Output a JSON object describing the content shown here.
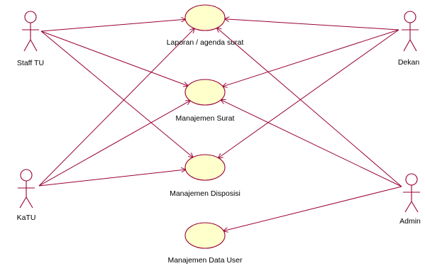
{
  "diagram": {
    "type": "use-case",
    "actors": [
      {
        "id": "staff-tu",
        "name": "Staff TU"
      },
      {
        "id": "katu",
        "name": "KaTU"
      },
      {
        "id": "dekan",
        "name": "Dekan"
      },
      {
        "id": "admin",
        "name": "Admin"
      }
    ],
    "use_cases": [
      {
        "id": "laporan",
        "name": "Laporan / agenda surat"
      },
      {
        "id": "surat",
        "name": "Manajemen Surat"
      },
      {
        "id": "disposisi",
        "name": "Manajemen Disposisi"
      },
      {
        "id": "datauser",
        "name": "Manajemen Data User"
      }
    ],
    "associations": [
      {
        "from": "staff-tu",
        "to": "laporan",
        "arrow": true
      },
      {
        "from": "staff-tu",
        "to": "surat",
        "arrow": true
      },
      {
        "from": "staff-tu",
        "to": "disposisi",
        "arrow": true
      },
      {
        "from": "katu",
        "to": "laporan",
        "arrow": true
      },
      {
        "from": "katu",
        "to": "surat",
        "arrow": true
      },
      {
        "from": "katu",
        "to": "disposisi",
        "arrow": true
      },
      {
        "from": "dekan",
        "to": "laporan",
        "arrow": true
      },
      {
        "from": "dekan",
        "to": "surat",
        "arrow": true
      },
      {
        "from": "dekan",
        "to": "disposisi",
        "arrow": true
      },
      {
        "from": "admin",
        "to": "laporan",
        "arrow": true
      },
      {
        "from": "admin",
        "to": "surat",
        "arrow": true
      },
      {
        "from": "admin",
        "to": "datauser",
        "arrow": true
      }
    ],
    "colors": {
      "line": "#990033",
      "usecase_fill": "#ffffcc",
      "background": "#ffffff"
    }
  }
}
